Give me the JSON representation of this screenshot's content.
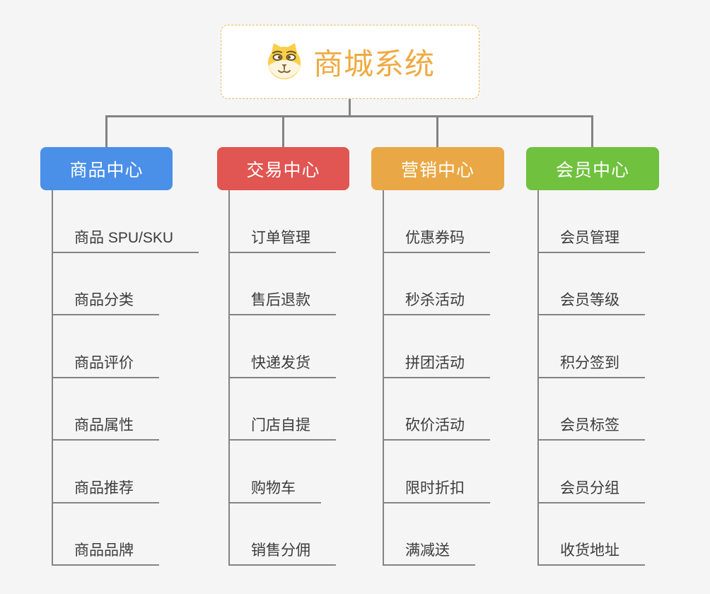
{
  "page": {
    "background": "#f5f5f6",
    "connector_color": "#838383"
  },
  "root": {
    "title": "商城系统",
    "icon": "doge-icon",
    "text_color": "#efaa42",
    "border_color": "#efb65c"
  },
  "branches": [
    {
      "label": "商品中心",
      "color": "#4a8fe8",
      "items": [
        "商品 SPU/SKU",
        "商品分类",
        "商品评价",
        "商品属性",
        "商品推荐",
        "商品品牌"
      ]
    },
    {
      "label": "交易中心",
      "color": "#e15552",
      "items": [
        "订单管理",
        "售后退款",
        "快递发货",
        "门店自提",
        "购物车",
        "销售分佣"
      ]
    },
    {
      "label": "营销中心",
      "color": "#e9a845",
      "items": [
        "优惠券码",
        "秒杀活动",
        "拼团活动",
        "砍价活动",
        "限时折扣",
        "满减送"
      ]
    },
    {
      "label": "会员中心",
      "color": "#6fc13e",
      "items": [
        "会员管理",
        "会员等级",
        "积分签到",
        "会员标签",
        "会员分组",
        "收货地址"
      ]
    }
  ]
}
